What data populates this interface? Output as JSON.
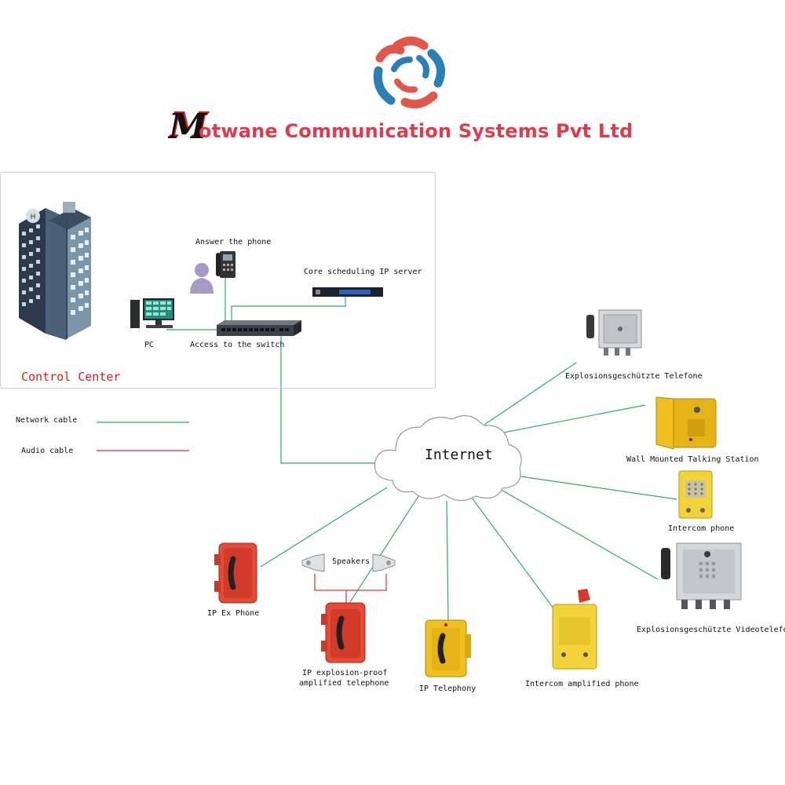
{
  "header": {
    "logo": "swirl-logo",
    "company_initial": "M",
    "company_name_rest": "otwane Communication Systems Pvt Ltd"
  },
  "control_center": {
    "title": "Control Center",
    "answer_phone": "Answer the phone",
    "core_server": "Core scheduling IP server",
    "pc": "PC",
    "switch": "Access to the switch"
  },
  "legend": {
    "network": "Network cable",
    "audio": "Audio cable",
    "network_color": "#2fae6b",
    "audio_color": "#e0303a"
  },
  "cloud": {
    "label": "Internet"
  },
  "devices": {
    "ex_telefone": "Explosionsgeschützte Telefone",
    "wall_station": "Wall Mounted Talking Station",
    "intercom_phone": "Intercom phone",
    "ex_videotelefone": "Explosionsgeschützte Videotelefone",
    "ip_ex_phone": "IP Ex Phone",
    "speakers": "Speakers",
    "ip_explosion_line1": "IP explosion-proof",
    "ip_explosion_line2": "amplified telephone",
    "ip_telephony": "IP Telephony",
    "intercom_amplified": "Intercom amplified phone"
  }
}
